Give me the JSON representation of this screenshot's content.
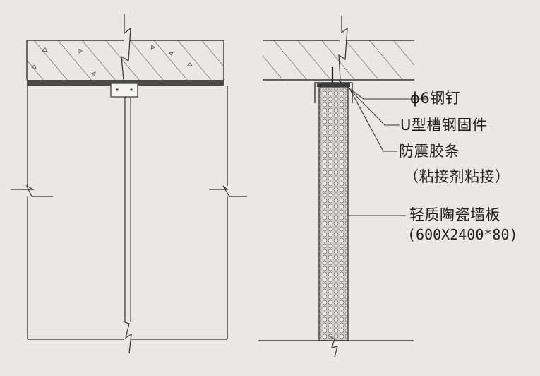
{
  "labels": {
    "steel_nail": "ϕ6钢钉",
    "u_clip": "U型槽钢固件",
    "seismic_strip": "防震胶条",
    "seismic_strip_note": "（粘接剂粘接）",
    "panel_name": "轻质陶瓷墙板",
    "panel_size": "(600X2400*80)"
  },
  "colors": {
    "line": "#3a3a3a",
    "background": "#e9e8e6",
    "strip": "#444444"
  }
}
